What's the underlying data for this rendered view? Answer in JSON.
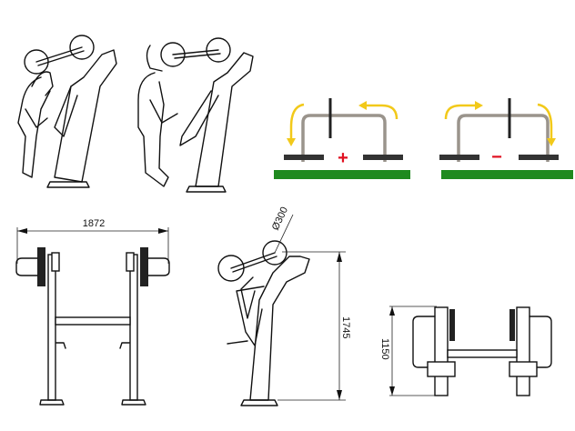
{
  "title": "Outdoor shoulder wheel fitness equipment diagram",
  "dimensions": {
    "width": "1872",
    "height": "1745",
    "wheel_diameter": "Ø300",
    "depth": "1150"
  },
  "rotation_diagram": {
    "plus_sign": "+",
    "minus_sign": "−"
  },
  "colors": {
    "ground": "#1f8a1f",
    "arrow": "#f2c91a",
    "plus": "#e01020",
    "minus": "#e01020",
    "handle": "#9a948c"
  }
}
